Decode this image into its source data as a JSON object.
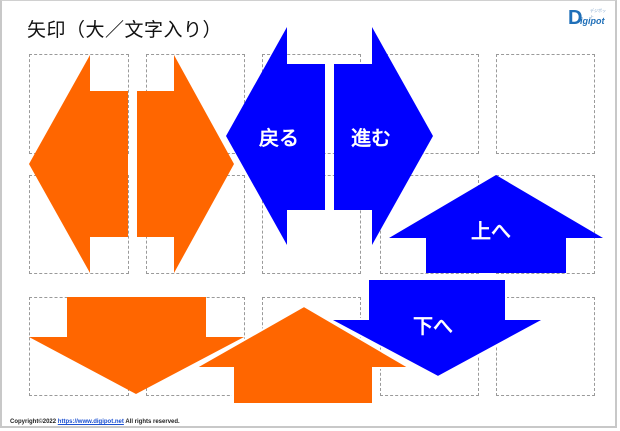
{
  "page": {
    "title": "矢印（大／文字入り）",
    "logo": {
      "initial": "D",
      "rest": "igipot",
      "kana": "デジポット"
    },
    "footer": {
      "prefix": "Copyright©2022",
      "link": "https://www.digipot.net",
      "suffix": "All rights reserved."
    }
  },
  "colors": {
    "orange": "#ff6600",
    "blue": "#0000ff",
    "label": "#ffffff",
    "guide": "#9a9a9a"
  },
  "arrows": [
    {
      "id": "orange-left",
      "color": "orange",
      "direction": "left",
      "label": ""
    },
    {
      "id": "orange-right",
      "color": "orange",
      "direction": "right",
      "label": ""
    },
    {
      "id": "blue-left",
      "color": "blue",
      "direction": "left",
      "label": "戻る"
    },
    {
      "id": "blue-right",
      "color": "blue",
      "direction": "right",
      "label": "進む"
    },
    {
      "id": "blue-up",
      "color": "blue",
      "direction": "up",
      "label": "上へ"
    },
    {
      "id": "blue-down",
      "color": "blue",
      "direction": "down",
      "label": "下へ"
    },
    {
      "id": "orange-down",
      "color": "orange",
      "direction": "down",
      "label": ""
    },
    {
      "id": "orange-up",
      "color": "orange",
      "direction": "up",
      "label": ""
    }
  ]
}
